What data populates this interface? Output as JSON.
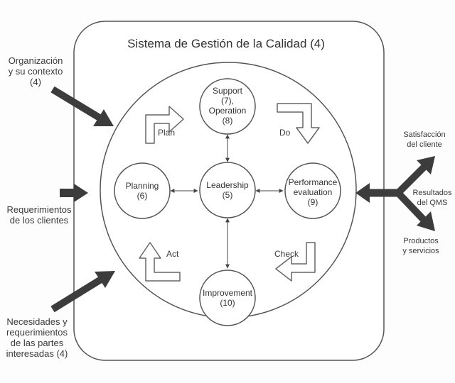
{
  "title": "Sistema de Gestión de la Calidad (4)",
  "nodes": {
    "support": "Support\n(7),\nOperation\n(8)",
    "planning": "Planning\n(6)",
    "leadership": "Leadership\n(5)",
    "performance": "Performance\nevaluation\n(9)",
    "improvement": "Improvement\n(10)"
  },
  "cycle": {
    "plan": "Plan",
    "do": "Do",
    "check": "Check",
    "act": "Act"
  },
  "inputs": {
    "context": "Organización\ny su contexto\n(4)",
    "clients": "Requerimientos\nde los clientes",
    "parties": "Necesidades y\nrequerimientos\nde las partes\ninteresadas (4)"
  },
  "outputs": {
    "satisfaction": "Satisfacción\ndel cliente",
    "results": "Resultados\ndel QMS",
    "products": "Productos\ny servicios"
  },
  "colors": {
    "arrow": "#3c3c3c",
    "stroke": "#555555",
    "fill": "#ffffff"
  }
}
